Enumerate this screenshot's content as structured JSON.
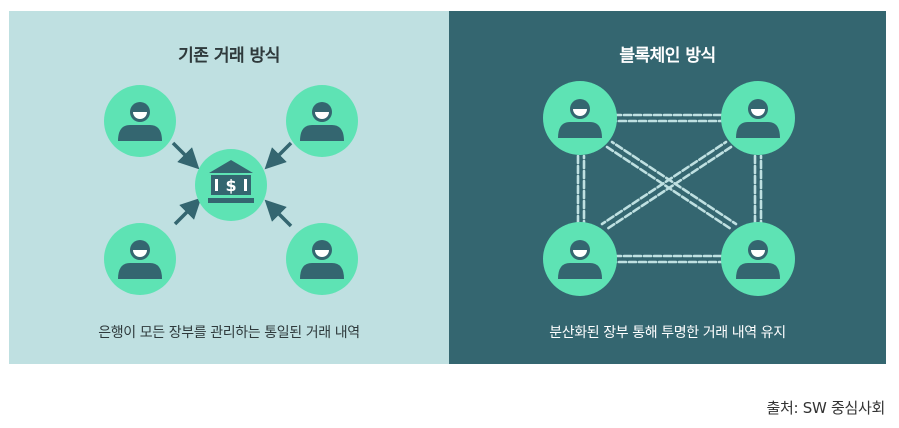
{
  "left_panel": {
    "title": "기존 거래 방식",
    "caption": "은행이 모든 장부를 관리하는 통일된 거래 내역",
    "colors": {
      "background": "#bfe0e1",
      "node": "#5ee3b4",
      "icon": "#346670"
    },
    "center_icon": "bank-dollar-icon",
    "user_icon": "user-icon"
  },
  "right_panel": {
    "title": "블록체인 방식",
    "caption": "분산화된 장부 통해 투명한 거래 내역 유지",
    "colors": {
      "background": "#346670",
      "node": "#5ee3b4",
      "chain": "#bfe0e1"
    },
    "link_icon": "chain-link-icon",
    "user_icon": "user-icon"
  },
  "source": "출처: SW 중심사회"
}
